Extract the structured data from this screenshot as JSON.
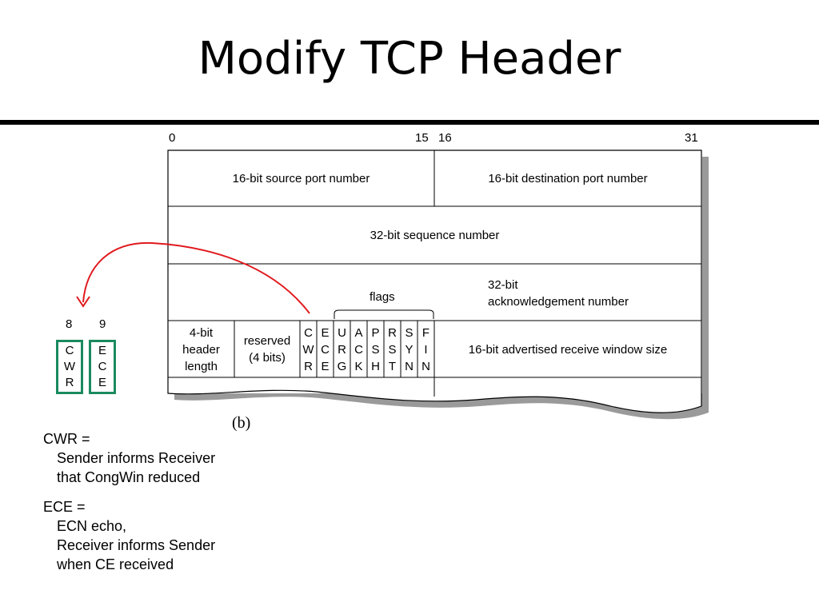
{
  "title": "Modify TCP Header",
  "bit_labels": {
    "b0": "0",
    "b15": "15",
    "b16": "16",
    "b31": "31"
  },
  "header": {
    "source_port": "16-bit source port number",
    "dest_port": "16-bit destination port number",
    "sequence": "32-bit sequence number",
    "ack_line1": "32-bit",
    "ack_line2": "acknowledgement number",
    "flags_label": "flags",
    "header_length": [
      "4-bit",
      "header",
      "length"
    ],
    "reserved": [
      "reserved",
      "(4 bits)"
    ],
    "window": "16-bit advertised receive window size",
    "flags": [
      [
        "C",
        "W",
        "R"
      ],
      [
        "E",
        "C",
        "E"
      ],
      [
        "U",
        "R",
        "G"
      ],
      [
        "A",
        "C",
        "K"
      ],
      [
        "P",
        "S",
        "H"
      ],
      [
        "R",
        "S",
        "T"
      ],
      [
        "S",
        "Y",
        "N"
      ],
      [
        "F",
        "I",
        "N"
      ]
    ]
  },
  "callout": {
    "bit8": "8",
    "bit9": "9",
    "cwr": [
      "C",
      "W",
      "R"
    ],
    "ece": [
      "E",
      "C",
      "E"
    ],
    "border_color": "#1a8a5f",
    "arrow_color": "#e0191e"
  },
  "figure_label": "(b)",
  "descriptions": [
    {
      "term": "CWR =",
      "lines": [
        "Sender informs Receiver",
        "that CongWin reduced"
      ]
    },
    {
      "term": "ECE =",
      "lines": [
        "ECN echo,",
        "Receiver informs Sender",
        "when CE received"
      ]
    }
  ]
}
